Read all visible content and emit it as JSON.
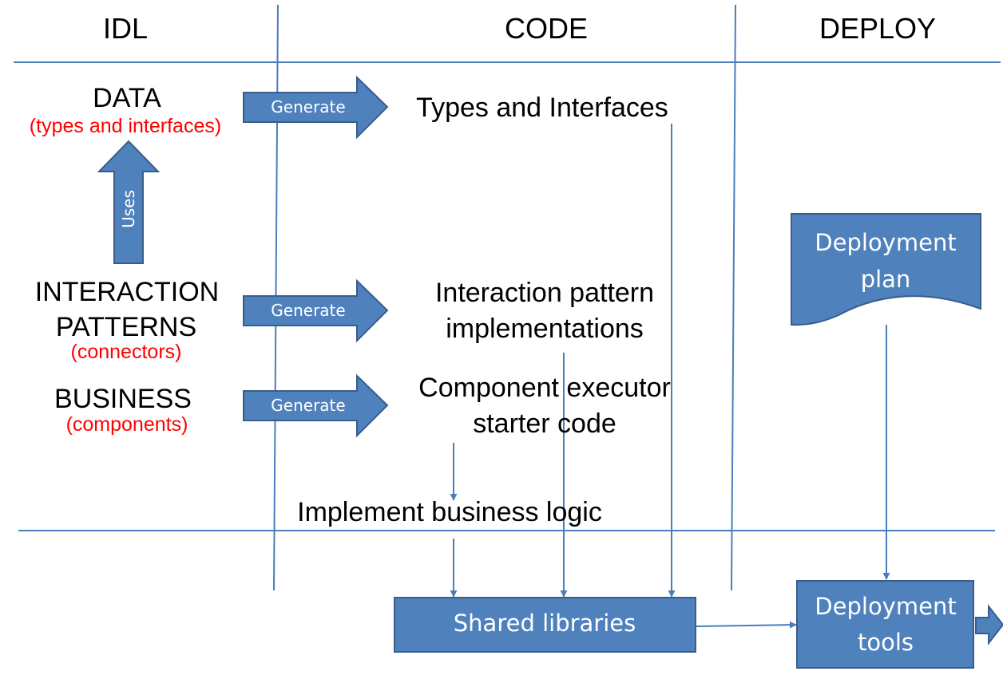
{
  "columns": {
    "idl": "IDL",
    "code": "CODE",
    "deploy": "DEPLOY"
  },
  "idl": {
    "data": {
      "title": "DATA",
      "subtitle": "(types and interfaces)"
    },
    "interaction": {
      "line1": "INTERACTION",
      "line2": "PATTERNS",
      "subtitle": "(connectors)"
    },
    "business": {
      "title": "BUSINESS",
      "subtitle": "(components)"
    },
    "uses_label": "Uses"
  },
  "arrows": {
    "generate_1": "Generate",
    "generate_2": "Generate",
    "generate_3": "Generate"
  },
  "code": {
    "types": "Types and Interfaces",
    "interaction_line1": "Interaction pattern",
    "interaction_line2": "implementations",
    "executor_line1": "Component executor",
    "executor_line2": "starter code",
    "business_logic": "Implement business logic"
  },
  "boxes": {
    "shared_libraries": "Shared libraries",
    "deployment_plan_line1": "Deployment",
    "deployment_plan_line2": "plan",
    "deployment_tools_line1": "Deployment",
    "deployment_tools_line2": "tools"
  },
  "colors": {
    "line": "#4a7ebb",
    "fill": "#4f81bd",
    "stroke": "#385d8a",
    "subtitle": "#ff0000"
  }
}
